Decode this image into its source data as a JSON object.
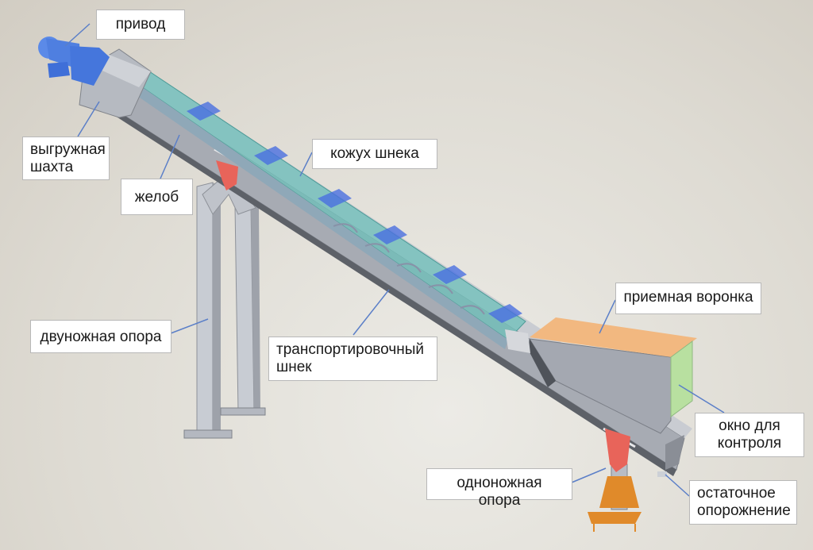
{
  "title": "Screw conveyor components",
  "colors": {
    "leader": "#5b7fc8",
    "drive": "#4f7fe0",
    "casing": "#5fb8b0",
    "steel": "#a9adb5",
    "support_bracket": "#e8645a",
    "hopper_top": "#f2b880",
    "window": "#b8e0a0",
    "base": "#e08a2a"
  },
  "labels": {
    "drive": "привод",
    "discharge_chute": "выгружная\nшахта",
    "trough": "желоб",
    "screw_casing": "кожух шнека",
    "two_leg_support": "двуножная опора",
    "transport_screw": "транспортировочный\nшнек",
    "inlet_hopper": "приемная воронка",
    "inspection_window": "окно для\nконтроля",
    "single_leg_support": "одноножная опора",
    "residual_drain": "остаточное\nопорожнение"
  }
}
